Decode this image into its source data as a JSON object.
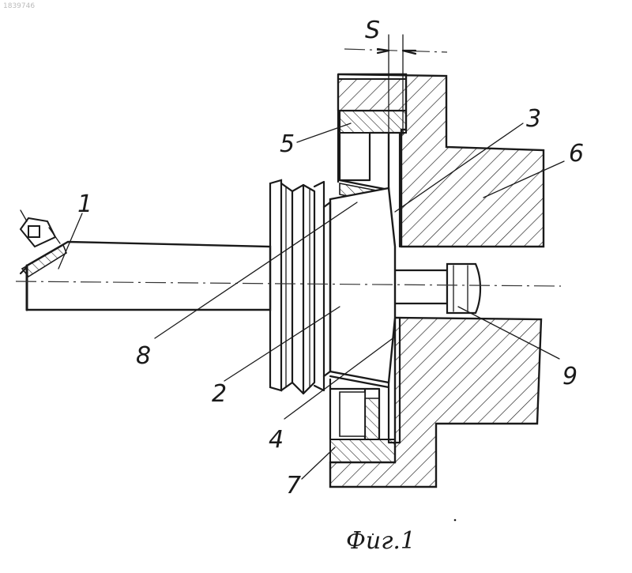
{
  "document_id": "1839746",
  "dimension_label": "S",
  "labels": {
    "l1": "1",
    "l2": "2",
    "l3": "3",
    "l4": "4",
    "l5": "5",
    "l6": "6",
    "l7": "7",
    "l8": "8",
    "l9": "9"
  },
  "caption": "Фиг.1"
}
